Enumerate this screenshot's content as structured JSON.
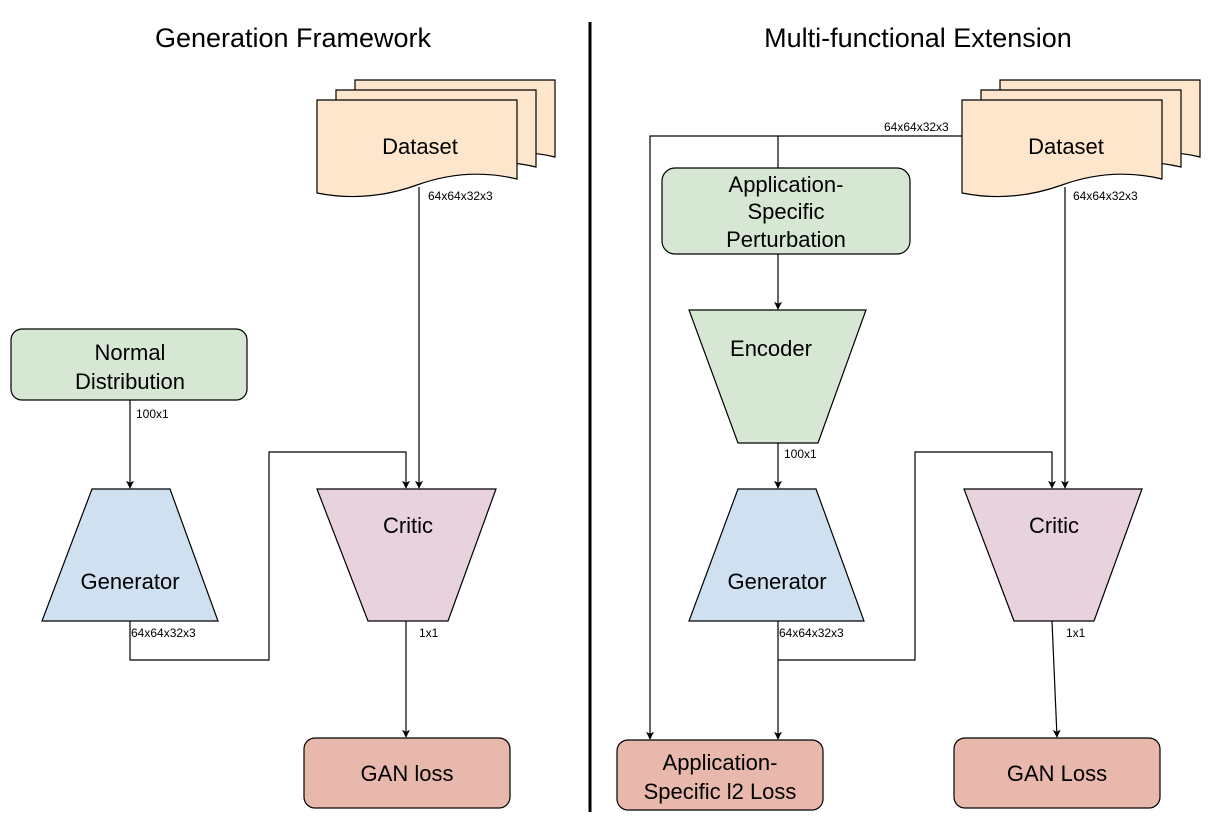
{
  "titles": {
    "left": "Generation Framework",
    "right": "Multi-functional Extension"
  },
  "left": {
    "dataset": "Dataset",
    "normal_line1": "Normal",
    "normal_line2": "Distribution",
    "generator": "Generator",
    "critic": "Critic",
    "gan_loss": "GAN loss",
    "dim_dataset": "64x64x32x3",
    "dim_noise": "100x1",
    "dim_generator": "64x64x32x3",
    "dim_critic": "1x1"
  },
  "right": {
    "dataset": "Dataset",
    "perturb_line1": "Application-",
    "perturb_line2": "Specific",
    "perturb_line3": "Perturbation",
    "encoder": "Encoder",
    "generator": "Generator",
    "critic": "Critic",
    "l2_line1": "Application-",
    "l2_line2": "Specific l2 Loss",
    "gan_loss": "GAN Loss",
    "dim_dataset_top": "64x64x32x3",
    "dim_dataset": "64x64x32x3",
    "dim_encoder": "100x1",
    "dim_generator": "64x64x32x3",
    "dim_critic": "1x1"
  },
  "colors": {
    "dataset": "#fde6cc",
    "green": "#d6e8d3",
    "blue": "#cfe0f1",
    "pink": "#e8d2dd",
    "loss": "#e8b8ad"
  }
}
